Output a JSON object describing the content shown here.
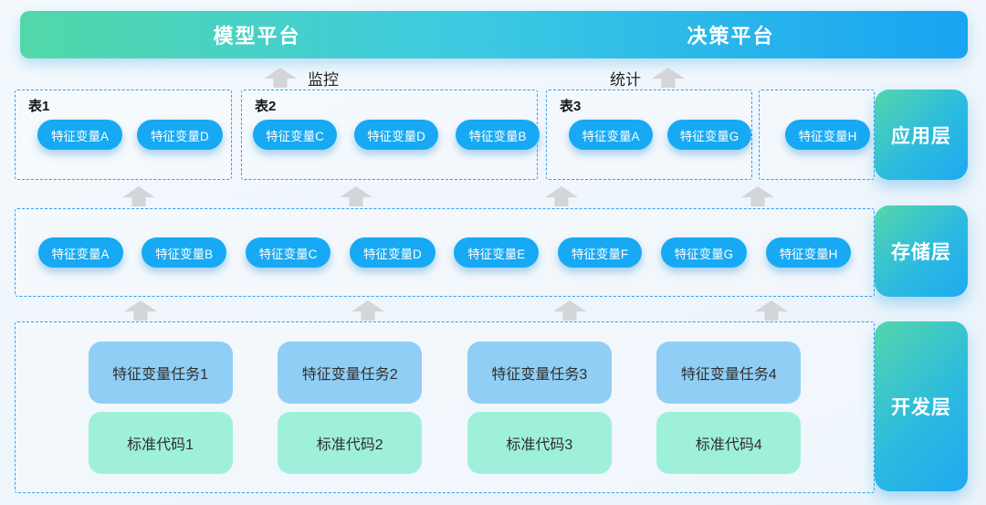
{
  "colors": {
    "header_gradient_start": "#52d8a8",
    "header_gradient_mid": "#3ecbe0",
    "header_gradient_end": "#18a4f2",
    "pill_blue": "#17a9f3",
    "task_blue": "#90cef5",
    "code_mint": "#9ff0da",
    "dashed_border_blue": "#2f9ff0",
    "arrow_gray": "#d3d5d8",
    "background": "#f0f6fb"
  },
  "header": {
    "platforms": [
      {
        "label": "模型平台"
      },
      {
        "label": "决策平台"
      }
    ]
  },
  "flows": {
    "monitor": "监控",
    "stats": "统计"
  },
  "application_layer": {
    "layer_label": "应用层",
    "tables": [
      {
        "title": "表1",
        "pills": [
          "特征变量A",
          "特征变量D"
        ]
      },
      {
        "title": "表2",
        "pills": [
          "特征变量C",
          "特征变量D",
          "特征变量B"
        ]
      },
      {
        "title": "表3",
        "pills": [
          "特征变量A",
          "特征变量G"
        ]
      },
      {
        "title": "",
        "pills": [
          "特征变量H"
        ]
      }
    ]
  },
  "storage_layer": {
    "layer_label": "存储层",
    "pills": [
      "特征变量A",
      "特征变量B",
      "特征变量C",
      "特征变量D",
      "特征变量E",
      "特征变量F",
      "特征变量G",
      "特征变量H"
    ]
  },
  "development_layer": {
    "layer_label": "开发层",
    "columns": [
      {
        "task": "特征变量任务1",
        "code": "标准代码1"
      },
      {
        "task": "特征变量任务2",
        "code": "标准代码2"
      },
      {
        "task": "特征变量任务3",
        "code": "标准代码3"
      },
      {
        "task": "特征变量任务4",
        "code": "标准代码4"
      }
    ]
  }
}
